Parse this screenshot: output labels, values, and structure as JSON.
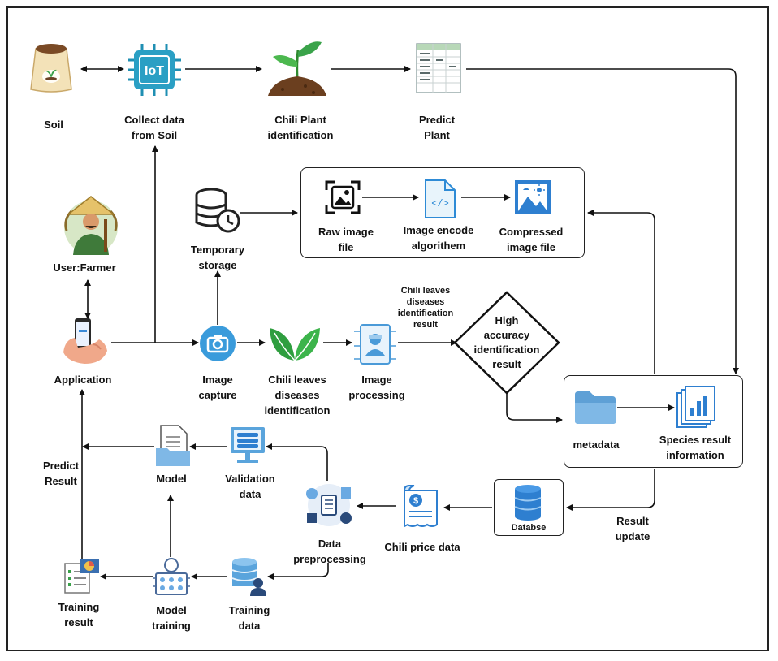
{
  "diagram": {
    "nodes": {
      "soil": "Soil",
      "collect": "Collect data\nfrom Soil",
      "chili_plant": "Chili Plant\nidentification",
      "predict_plant": "Predict\nPlant",
      "farmer": "User:Farmer",
      "temp_storage": "Temporary\nstorage",
      "raw_image": "Raw image\nfile",
      "encode": "Image encode\nalgorithem",
      "compressed": "Compressed\nimage file",
      "application": "Application",
      "capture": "Image\ncapture",
      "chili_leaves": "Chili leaves\ndiseases\nidentification",
      "processing": "Image\nprocessing",
      "leaves_result": "Chili leaves\ndiseases\nidentification\nresult",
      "diamond": "High\naccuracy\nidentification\nresult",
      "metadata": "metadata",
      "species": "Species result\ninformation",
      "model": "Model",
      "validation": "Validation\ndata",
      "predict_result": "Predict\nResult",
      "database": "Databse",
      "result_update": "Result\nupdate",
      "chili_price": "Chili price data",
      "data_pre": "Data\npreprocessing",
      "training_result": "Training\nresult",
      "model_training": "Model\ntraining",
      "training_data": "Training\ndata"
    },
    "colors": {
      "line": "#111111",
      "accent_blue": "#2e8bd6",
      "leaf_green": "#2f9e3f",
      "soil_brown": "#6b4226"
    },
    "icons": [
      "soil-bag-icon",
      "iot-chip-icon",
      "sprout-icon",
      "spreadsheet-icon",
      "farmer-icon",
      "storage-clock-icon",
      "image-frame-icon",
      "code-file-icon",
      "compressed-image-icon",
      "phone-hand-icon",
      "camera-icon",
      "leaves-icon",
      "image-processing-icon",
      "folder-icon",
      "files-chart-icon",
      "document-icon",
      "server-monitor-icon",
      "database-icon",
      "price-receipt-icon",
      "data-hub-icon",
      "training-result-icon",
      "model-training-icon",
      "db-person-icon"
    ]
  }
}
